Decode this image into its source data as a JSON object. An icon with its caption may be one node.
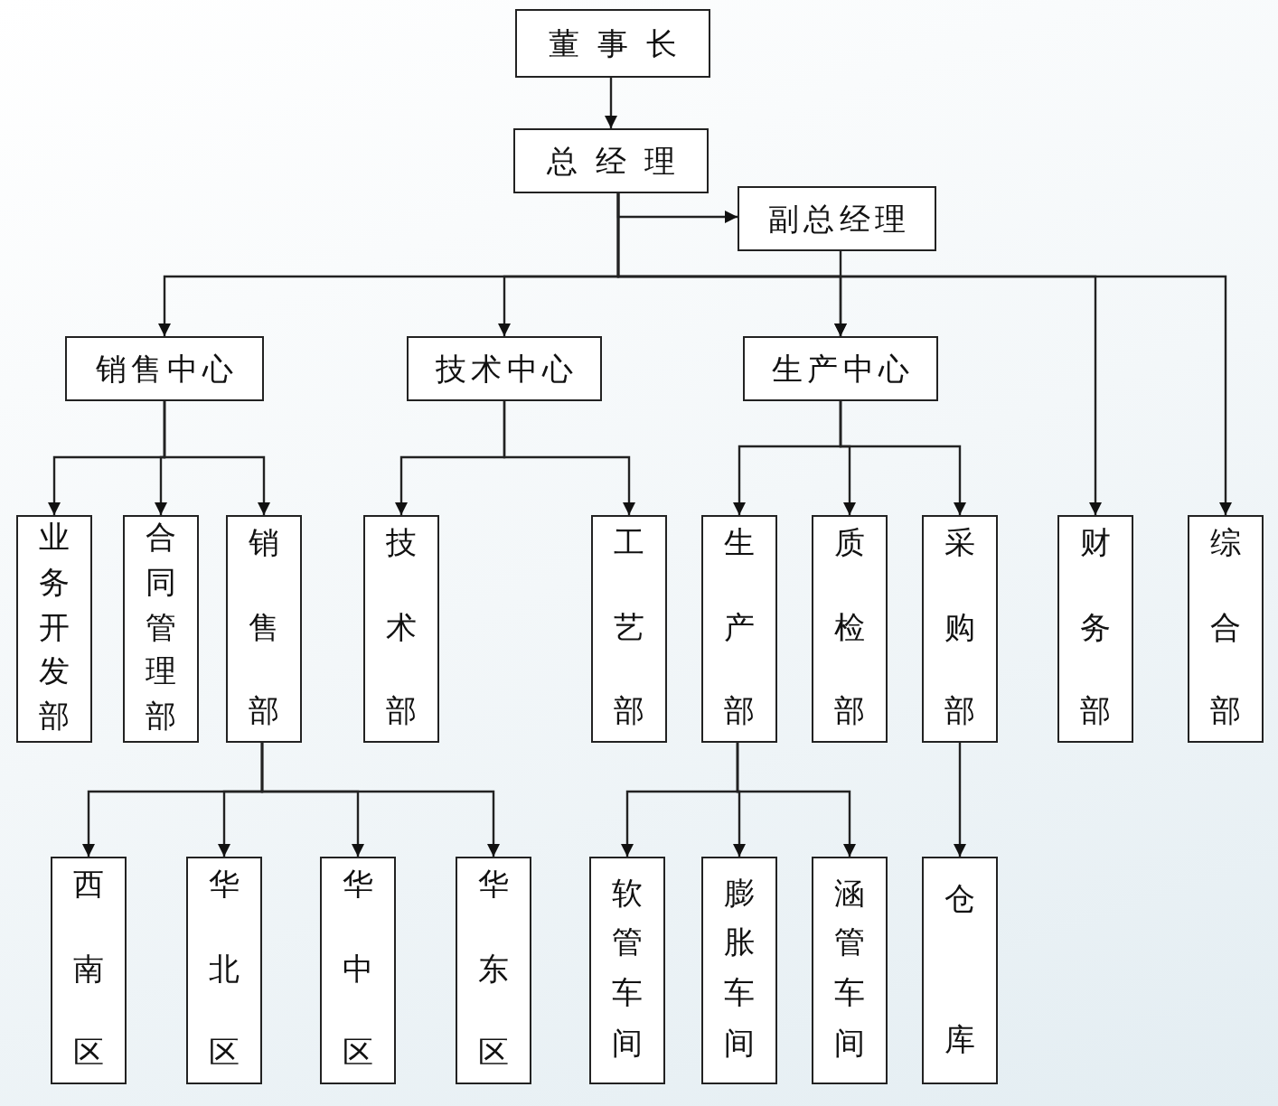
{
  "diagram": {
    "nodes": [
      {
        "text": [
          "董事长"
        ]
      },
      {
        "text": [
          "总经理"
        ]
      },
      {
        "text": [
          "副总经理"
        ]
      },
      {
        "text": [
          "销售中心"
        ]
      },
      {
        "text": [
          "技术中心"
        ]
      },
      {
        "text": [
          "生产中心"
        ]
      },
      {
        "text": [
          "业务开发部"
        ]
      },
      {
        "text": [
          "合同管理部"
        ]
      },
      {
        "text": [
          "销售部"
        ]
      },
      {
        "text": [
          "技术部"
        ]
      },
      {
        "text": [
          "工艺部"
        ]
      },
      {
        "text": [
          "生产部"
        ]
      },
      {
        "text": [
          "质检部"
        ]
      },
      {
        "text": [
          "采购部"
        ]
      },
      {
        "text": [
          "财务部"
        ]
      },
      {
        "text": [
          "综合部"
        ]
      },
      {
        "text": [
          "西南区"
        ]
      },
      {
        "text": [
          "华北区"
        ]
      },
      {
        "text": [
          "华中区"
        ]
      },
      {
        "text": [
          "华东区"
        ]
      },
      {
        "text": [
          "软管车间"
        ]
      },
      {
        "text": [
          "膨胀车间"
        ]
      },
      {
        "text": [
          "涵管车间"
        ]
      },
      {
        "text": [
          "仓库"
        ]
      }
    ],
    "edges": [
      {
        "from": 0,
        "to": 1,
        "arrow": "to"
      },
      {
        "from": 1,
        "to": 2,
        "arrow": "to"
      },
      {
        "from": 1,
        "to": 3,
        "arrow": "to"
      },
      {
        "from": 1,
        "to": 4,
        "arrow": "to"
      },
      {
        "from": 1,
        "to": 5,
        "arrow": "to"
      },
      {
        "from": 1,
        "to": 14,
        "arrow": "to"
      },
      {
        "from": 1,
        "to": 15,
        "arrow": "to"
      },
      {
        "from": 2,
        "to": 5,
        "arrow": "to"
      },
      {
        "from": 3,
        "to": 6,
        "arrow": "to"
      },
      {
        "from": 3,
        "to": 7,
        "arrow": "to"
      },
      {
        "from": 3,
        "to": 8,
        "arrow": "to"
      },
      {
        "from": 4,
        "to": 9,
        "arrow": "to"
      },
      {
        "from": 4,
        "to": 10,
        "arrow": "to"
      },
      {
        "from": 5,
        "to": 11,
        "arrow": "to"
      },
      {
        "from": 5,
        "to": 12,
        "arrow": "to"
      },
      {
        "from": 5,
        "to": 13,
        "arrow": "to"
      },
      {
        "from": 8,
        "to": 16,
        "arrow": "to"
      },
      {
        "from": 8,
        "to": 17,
        "arrow": "to"
      },
      {
        "from": 8,
        "to": 18,
        "arrow": "to"
      },
      {
        "from": 8,
        "to": 19,
        "arrow": "to"
      },
      {
        "from": 11,
        "to": 20,
        "arrow": "to"
      },
      {
        "from": 11,
        "to": 21,
        "arrow": "to"
      },
      {
        "from": 11,
        "to": 22,
        "arrow": "to"
      },
      {
        "from": 13,
        "to": 23,
        "arrow": "to"
      }
    ]
  }
}
